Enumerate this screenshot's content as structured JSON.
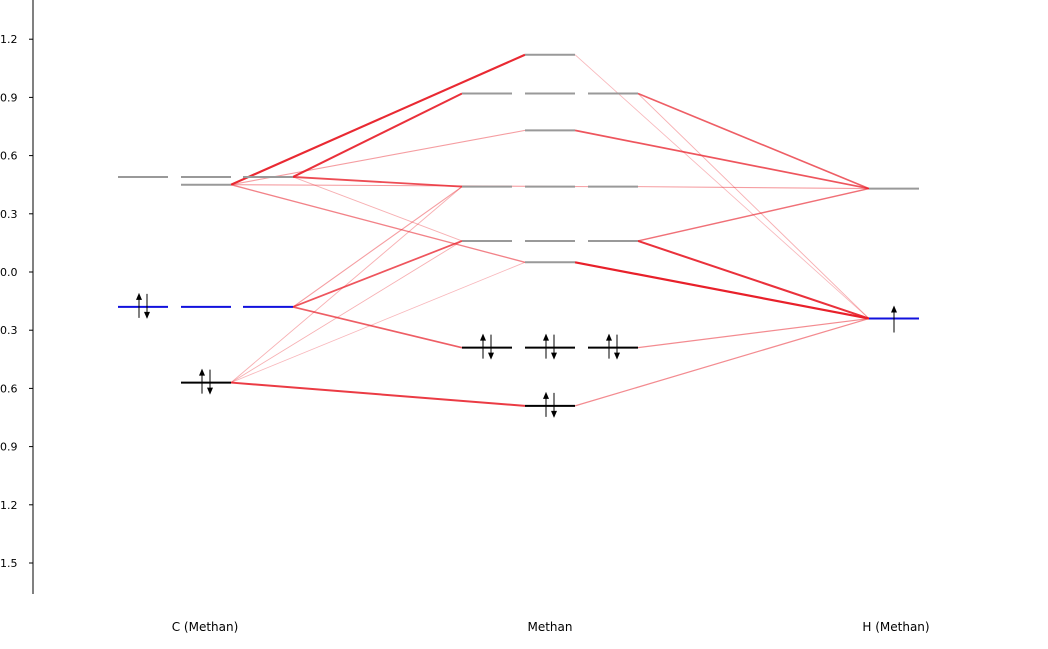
{
  "chart_data": {
    "type": "mo-diagram",
    "title": "",
    "y_axis": {
      "tick_labels": [
        "1.2",
        "0.9",
        "0.6",
        "0.3",
        "0.0",
        "0.3",
        "0.6",
        "0.9",
        "1.2",
        "1.5"
      ],
      "tick_values": [
        1.2,
        0.9,
        0.6,
        0.3,
        0.0,
        -0.3,
        -0.6,
        -0.9,
        -1.2,
        -1.5
      ],
      "range": [
        -1.65,
        1.4
      ]
    },
    "columns": [
      {
        "id": "c",
        "label": "C (Methan)"
      },
      {
        "id": "m",
        "label": "Methan"
      },
      {
        "id": "h",
        "label": "H (Methan)"
      }
    ],
    "levels": [
      {
        "id": "c1",
        "col": "c",
        "slot": 0,
        "energy": 0.49,
        "color": "#999999",
        "electrons": ""
      },
      {
        "id": "c2",
        "col": "c",
        "slot": 1,
        "energy": 0.49,
        "color": "#999999",
        "electrons": ""
      },
      {
        "id": "c3",
        "col": "c",
        "slot": 2,
        "energy": 0.49,
        "color": "#999999",
        "electrons": ""
      },
      {
        "id": "c4",
        "col": "c",
        "slot": 1,
        "energy": 0.45,
        "color": "#999999",
        "electrons": ""
      },
      {
        "id": "c5",
        "col": "c",
        "slot": 0,
        "energy": -0.18,
        "color": "#1111dd",
        "electrons": "updown"
      },
      {
        "id": "c6",
        "col": "c",
        "slot": 1,
        "energy": -0.18,
        "color": "#1111dd",
        "electrons": ""
      },
      {
        "id": "c7",
        "col": "c",
        "slot": 2,
        "energy": -0.18,
        "color": "#1111dd",
        "electrons": ""
      },
      {
        "id": "c8",
        "col": "c",
        "slot": 1,
        "energy": -0.57,
        "color": "#000000",
        "electrons": "updown"
      },
      {
        "id": "m1",
        "col": "m",
        "slot": 1,
        "energy": 1.12,
        "color": "#999999",
        "electrons": ""
      },
      {
        "id": "m2",
        "col": "m",
        "slot": 0,
        "energy": 0.92,
        "color": "#999999",
        "electrons": ""
      },
      {
        "id": "m3",
        "col": "m",
        "slot": 1,
        "energy": 0.92,
        "color": "#999999",
        "electrons": ""
      },
      {
        "id": "m4",
        "col": "m",
        "slot": 2,
        "energy": 0.92,
        "color": "#999999",
        "electrons": ""
      },
      {
        "id": "m5",
        "col": "m",
        "slot": 1,
        "energy": 0.73,
        "color": "#999999",
        "electrons": ""
      },
      {
        "id": "m6",
        "col": "m",
        "slot": 0,
        "energy": 0.44,
        "color": "#999999",
        "electrons": ""
      },
      {
        "id": "m7",
        "col": "m",
        "slot": 1,
        "energy": 0.44,
        "color": "#999999",
        "electrons": ""
      },
      {
        "id": "m8",
        "col": "m",
        "slot": 2,
        "energy": 0.44,
        "color": "#999999",
        "electrons": ""
      },
      {
        "id": "m9",
        "col": "m",
        "slot": 0,
        "energy": 0.16,
        "color": "#999999",
        "electrons": ""
      },
      {
        "id": "m10",
        "col": "m",
        "slot": 1,
        "energy": 0.16,
        "color": "#999999",
        "electrons": ""
      },
      {
        "id": "m11",
        "col": "m",
        "slot": 2,
        "energy": 0.16,
        "color": "#999999",
        "electrons": ""
      },
      {
        "id": "m12",
        "col": "m",
        "slot": 1,
        "energy": 0.05,
        "color": "#999999",
        "electrons": ""
      },
      {
        "id": "m13",
        "col": "m",
        "slot": 0,
        "energy": -0.39,
        "color": "#000000",
        "electrons": "updown"
      },
      {
        "id": "m14",
        "col": "m",
        "slot": 1,
        "energy": -0.39,
        "color": "#000000",
        "electrons": "updown"
      },
      {
        "id": "m15",
        "col": "m",
        "slot": 2,
        "energy": -0.39,
        "color": "#000000",
        "electrons": "updown"
      },
      {
        "id": "m16",
        "col": "m",
        "slot": 1,
        "energy": -0.69,
        "color": "#000000",
        "electrons": "updown"
      },
      {
        "id": "h1",
        "col": "h",
        "slot": 1,
        "energy": 0.43,
        "color": "#999999",
        "electrons": ""
      },
      {
        "id": "h2",
        "col": "h",
        "slot": 1,
        "energy": -0.24,
        "color": "#1111dd",
        "electrons": "up"
      }
    ],
    "connections": [
      {
        "from": "c4",
        "to": "m1",
        "weight": 0.95
      },
      {
        "from": "c4",
        "to": "m5",
        "weight": 0.3
      },
      {
        "from": "c4",
        "to": "m12",
        "weight": 0.45
      },
      {
        "from": "c4",
        "to": "m8",
        "weight": 0.3
      },
      {
        "from": "c3",
        "to": "m2",
        "weight": 0.9
      },
      {
        "from": "c3",
        "to": "m6",
        "weight": 0.75
      },
      {
        "from": "c3",
        "to": "m9",
        "weight": 0.2
      },
      {
        "from": "c7",
        "to": "m9",
        "weight": 0.7
      },
      {
        "from": "c7",
        "to": "m13",
        "weight": 0.65
      },
      {
        "from": "c7",
        "to": "m6",
        "weight": 0.3
      },
      {
        "from": "c8",
        "to": "m16",
        "weight": 0.85
      },
      {
        "from": "c8",
        "to": "m6",
        "weight": 0.2
      },
      {
        "from": "c8",
        "to": "m9",
        "weight": 0.2
      },
      {
        "from": "c8",
        "to": "m12",
        "weight": 0.15
      },
      {
        "from": "m4",
        "to": "h1",
        "weight": 0.65
      },
      {
        "from": "m5",
        "to": "h1",
        "weight": 0.7
      },
      {
        "from": "m8",
        "to": "h1",
        "weight": 0.3
      },
      {
        "from": "m11",
        "to": "h1",
        "weight": 0.55
      },
      {
        "from": "m12",
        "to": "h2",
        "weight": 1.0
      },
      {
        "from": "m11",
        "to": "h2",
        "weight": 0.9
      },
      {
        "from": "m15",
        "to": "h2",
        "weight": 0.4
      },
      {
        "from": "m16",
        "to": "h2",
        "weight": 0.4
      },
      {
        "from": "m4",
        "to": "h2",
        "weight": 0.2
      },
      {
        "from": "m1",
        "to": "h2",
        "weight": 0.15
      }
    ]
  }
}
